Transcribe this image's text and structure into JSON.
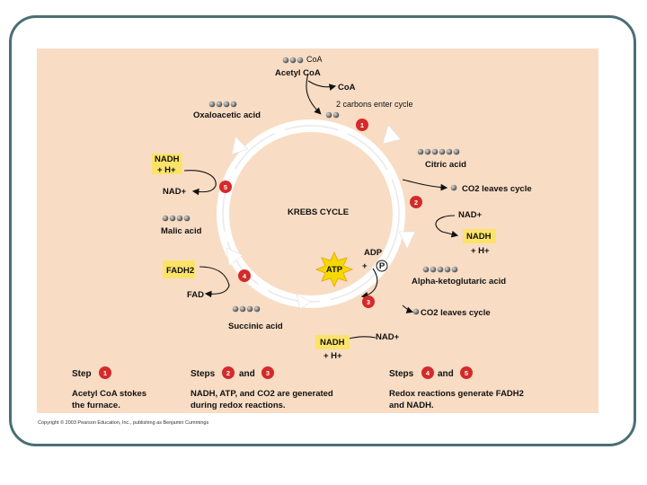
{
  "diagram": {
    "title": "KREBS CYCLE",
    "acetyl_coa_top": "CoA",
    "acetyl_coa": "Acetyl CoA",
    "coa_released": "CoA",
    "enter_cycle": "2 carbons enter cycle",
    "oxaloacetic": "Oxaloacetic acid",
    "citric": "Citric acid",
    "co2_leaves_1": "CO2 leaves cycle",
    "co2_leaves_2": "CO2 leaves cycle",
    "nad_plus_right": "NAD+",
    "nadh_right": "NADH",
    "h_plus_right": "+ H+",
    "alpha_keto": "Alpha-ketoglutaric acid",
    "adp": "ADP",
    "plus_p": "+",
    "p_symbol": "P",
    "atp": "ATP",
    "nad_plus_bottom": "NAD+",
    "nadh_bottom": "NADH",
    "h_plus_bottom": "+ H+",
    "succinic": "Succinic acid",
    "fadh2": "FADH2",
    "fad": "FAD",
    "malic": "Malic acid",
    "nadh_left": "NADH",
    "h_plus_left": "+ H+",
    "nad_plus_left": "NAD+",
    "badges": [
      "1",
      "2",
      "3",
      "4",
      "5"
    ]
  },
  "steps": {
    "step1_label": "Step",
    "step1_num": "1",
    "step1_desc_line1": "Acetyl CoA stokes",
    "step1_desc_line2": "the furnace.",
    "steps23_label": "Steps",
    "steps23_a": "2",
    "steps23_and": "and",
    "steps23_b": "3",
    "steps23_desc_line1": "NADH, ATP, and CO2 are generated",
    "steps23_desc_line2": "during redox reactions.",
    "steps45_label": "Steps",
    "steps45_a": "4",
    "steps45_and": "and",
    "steps45_b": "5",
    "steps45_desc_line1": "Redox reactions generate FADH2",
    "steps45_desc_line2": "and NADH."
  },
  "copyright": "Copyright © 2003 Pearson Education, Inc., publishing as Benjamin Cummings",
  "colors": {
    "panel": "#f8dcc4",
    "cycle": "#ffffff",
    "badge": "#d42a2a",
    "highlight": "#fbe36a",
    "atp_burst": "#f5d800",
    "frame": "#4a6f73"
  }
}
